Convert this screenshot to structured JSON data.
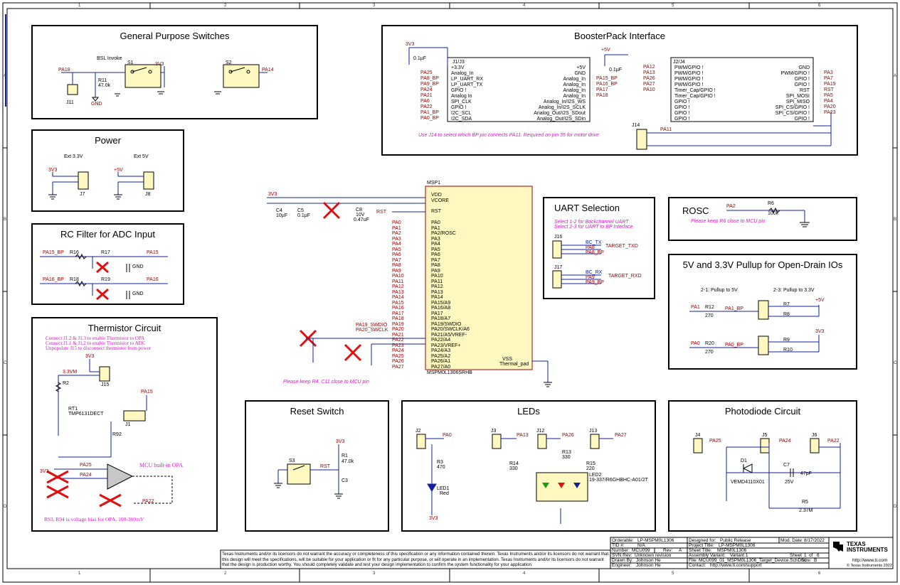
{
  "border": {
    "columns": [
      "1",
      "2",
      "3",
      "4",
      "5",
      "6"
    ],
    "rows": [
      "A",
      "B",
      "C",
      "D"
    ]
  },
  "blocks": {
    "switches": {
      "title": "General Purpose Switches",
      "bsl": "BSL Invoke",
      "parts": [
        "S1",
        "S2",
        "R11",
        "47.0k",
        "J11",
        "PA18",
        "PA14",
        "3V3",
        "GND"
      ]
    },
    "booster": {
      "title": "BoosterPack Interface",
      "j1_left_pins": [
        "+3.3V",
        "Analog_In",
        "LP_UART_RX",
        "LP_UART_TX",
        "GPIO !",
        "Analog In",
        "SPI_CLK",
        "GPIO !",
        "I2C_SCL",
        "I2C_SDA"
      ],
      "j1_left_nets": [
        "PA25",
        "PA8_BP",
        "PA9_BP",
        "PA24",
        "PA21",
        "PA6",
        "PA22",
        "PA1_BP",
        "PA0_BP"
      ],
      "j1_right_pins": [
        "+5V",
        "GND",
        "Analog_In",
        "Analog_In",
        "Analog_In",
        "Analog_In",
        "Analog_In/I2S_WS",
        "Analog_In/I2S_SCLK",
        "Analog_Out/I2S_SDout",
        "Analog_Out/I2S_SDin"
      ],
      "j1_right_nets": [
        "PA15_BP",
        "PA16_BP",
        "PA17",
        "PA18"
      ],
      "j2_left_pins": [
        "PWM/GPIO !",
        "PWM/GPIO !",
        "PWM/GPIO !",
        "PWM/GPIO !",
        "Timer_Cap/GPIO !",
        "Timer_Cap/GPIO !",
        "GPIO !",
        "GPIO !",
        "GPIO !",
        "GPIO !"
      ],
      "j2_left_nets": [
        "PA12",
        "PA13",
        "PA26",
        "PA27",
        "PA10"
      ],
      "j2_right_pins": [
        "GND",
        "PWM/GPIO !",
        "GPIO !",
        "GPIO !",
        "RST",
        "SPI_MOSI",
        "SPI_MISO",
        "SPI_CS/GPIO !",
        "SPI_CS/GPIO !",
        "GPIO !"
      ],
      "j2_right_nets": [
        "PA3",
        "PA7",
        "PA19",
        "RST",
        "PA5",
        "PA4",
        "PA20",
        "PA23"
      ],
      "note": "Use J14 to select which BP pin connects PA11.  Required on pin 35 for motor drive",
      "j14_net": "PA11",
      "c1": "0.1µF",
      "c2": "0.1µF"
    },
    "power": {
      "title": "Power",
      "ext33": "Ext 3.3V",
      "ext5": "Ext 5V"
    },
    "rc": {
      "title": "RC Filter for ADC Input",
      "nets": [
        "PA15_BP",
        "PA15",
        "PA16_BP",
        "PA16"
      ]
    },
    "thermistor": {
      "title": "Thermistor Circuit",
      "notes": [
        "Connect J1.2 & J1.3 to enable Thermistor to OPA",
        "Connect J1.1 & J1.2 to enable Thermistor to ADC",
        "Unpopulate J15 to disconnect thermistor from power"
      ],
      "opa": "MCU built-in OPA",
      "bias": "R93, R94 is voltage bias for OPA, 100-300mV",
      "rt1": "TMP6131DECT"
    },
    "mcu": {
      "ref": "MSP1",
      "part": "MSPM0L1306SRHB",
      "pins": [
        "VDD",
        "VCORE",
        "RST",
        "PA0",
        "PA1",
        "PA2/ROSC",
        "PA3",
        "PA4",
        "PA5",
        "PA6",
        "PA7",
        "PA8",
        "PA9",
        "PA10",
        "PA11",
        "PA12",
        "PA13",
        "PA14",
        "PA15/A9",
        "PA16/A8",
        "PA17",
        "PA18/A7",
        "PA19/SWDIO",
        "PA20/SWCLK/A6",
        "PA21/A5/VREF-",
        "PA22/A4",
        "PA23/VREF+",
        "PA24/A3",
        "PA25/A2",
        "PA26/A1",
        "PA27/A0"
      ],
      "right_pins": [
        "VSS",
        "Thermal_pad"
      ],
      "note": "Please keep R4, C11 close to MCU pin"
    },
    "uart": {
      "title": "UART Selection",
      "notes": [
        "Select 1-2 for Backchannel UART",
        "Select 2-3 for UART to BP Interface"
      ],
      "txd": "TARGET_TXD",
      "rxd": "TARGET_RXD"
    },
    "rosc": {
      "title": "ROSC",
      "note": "Please keep R6 close to MCU pin",
      "r6": "R6",
      "r6v": "100k",
      "net": "PA2"
    },
    "pullup": {
      "title": "5V and 3.3V Pullup for Open-Drain IOs",
      "left": "2-1: Pullup to 5V",
      "right": "2-3: Pullup to 3.3V"
    },
    "reset": {
      "title": "Reset Switch"
    },
    "leds": {
      "title": "LEDs",
      "led2": "19-337/R6GHBHC-A01/2T"
    },
    "photo": {
      "title": "Photodiode Circuit",
      "d1": "VEMD4110X01"
    }
  },
  "titleblock": {
    "orderable_label": "Orderable:",
    "orderable": "LP-MSPM0L1306",
    "tid_label": "TID #:",
    "tid": "N/A",
    "number_label": "Number:",
    "number": "MCU099",
    "rev_label": "Rev:",
    "rev": "A",
    "svn_label": "SVN Rev:",
    "svn": "Unknown revision",
    "drawn_label": "Drawn By:",
    "drawn": "Johnson He",
    "engineer_label": "Engineer:",
    "engineer": "Johnson He",
    "designed_label": "Designed for:",
    "designed": "Public Release",
    "mod_label": "Mod. Date:",
    "mod": "8/17/2022",
    "project_label": "Project Title:",
    "project": "LP-MSPM0L1306",
    "sheet_title_label": "Sheet Title:",
    "sheet_title": "MSPM0L1306",
    "assembly_label": "Assembly Variant:",
    "assembly": "Variant 1",
    "sheet_label": "Sheet",
    "sheet": "1",
    "of": "of",
    "sheets": "6",
    "file_label": "File:",
    "file": "MCU099_01_MSPM0L1306_Target_Device.SchDoc",
    "size_label": "Size:",
    "size": "B",
    "contact_label": "Contact:",
    "contact": "http://www.ti.com/support",
    "company": "TEXAS INSTRUMENTS",
    "web": "http://www.ti.com",
    "copyright": "© Texas Instruments  2022",
    "disclaimer": "Texas Instruments and/or its licensors do not warrant the accuracy or completeness of this specification or any information contained therein. Texas Instruments and/or its licensors do not warrant that this design will meet the specifications, will be suitable for your application or fit for any particular purpose, or will operate in an implementation. Texas Instruments and/or its licensors do not warrant that the design is production worthy. You should completely validate and test your design implementation to confirm the system functionality for your application."
  }
}
